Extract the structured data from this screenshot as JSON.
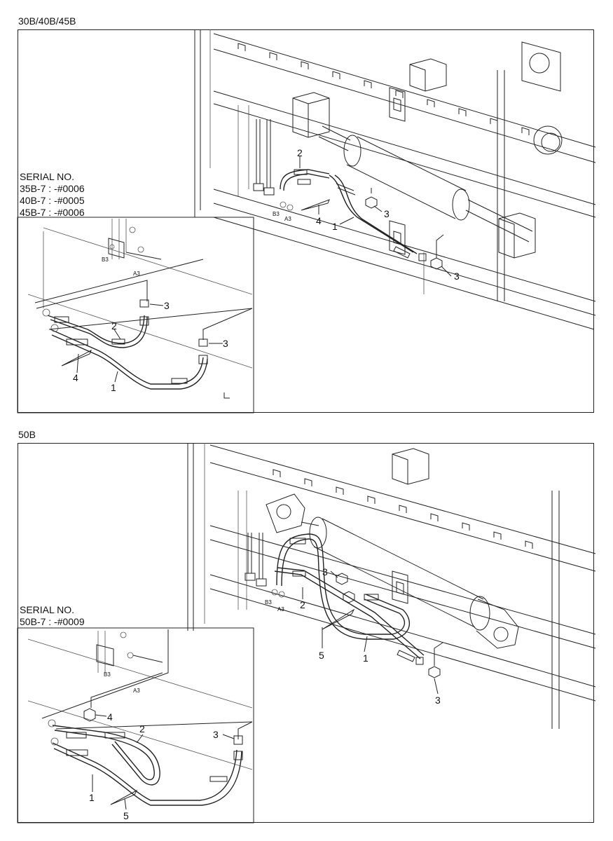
{
  "sections": [
    {
      "title": "30B/40B/45B",
      "serial_heading": "SERIAL NO.",
      "serial_lines": [
        "35B-7 : -#0006",
        "40B-7 : -#0005",
        "45B-7 : -#0006"
      ],
      "main_callouts": [
        "2",
        "3",
        "4",
        "1",
        "3"
      ],
      "port_labels": [
        "B3",
        "A3"
      ],
      "inset_callouts": [
        "3",
        "2",
        "3",
        "4",
        "1"
      ],
      "inset_port_labels": [
        "B3",
        "A3"
      ]
    },
    {
      "title": "50B",
      "serial_heading": "SERIAL NO.",
      "serial_lines": [
        "50B-7 : -#0009"
      ],
      "main_callouts": [
        "3",
        "2",
        "5",
        "1",
        "3"
      ],
      "port_labels": [
        "B3",
        "A3"
      ],
      "inset_callouts": [
        "4",
        "2",
        "3",
        "1",
        "5"
      ],
      "inset_port_labels": [
        "B3",
        "A3"
      ]
    }
  ]
}
